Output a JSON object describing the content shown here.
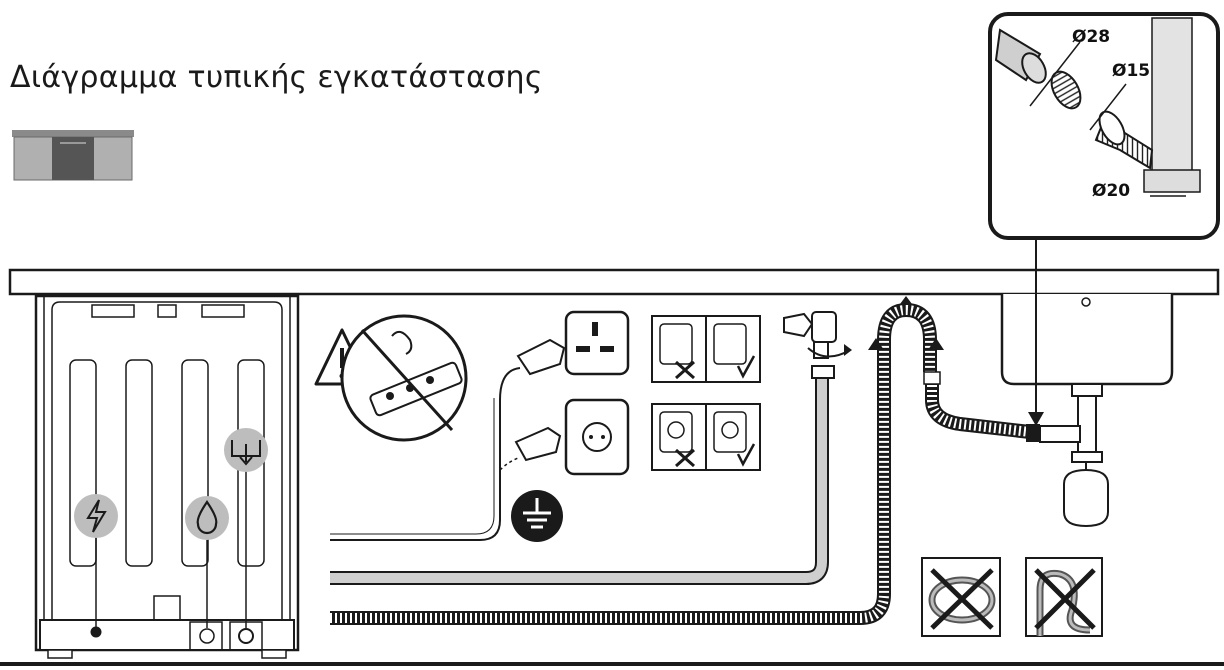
{
  "title": "Διάγραμμα τυπικής εγκατάστασης",
  "detail": {
    "dim_outer": "Ø28",
    "dim_inner": "Ø15",
    "dim_base": "Ø20"
  },
  "icons": {
    "electric": "lightning-icon",
    "water": "water-drop-icon",
    "drain": "drain-icon",
    "ground": "ground-icon",
    "warning": "warning-icon"
  },
  "colors": {
    "line": "#1a1a1a",
    "hose_fill": "#cccccc",
    "thumbnail_dark": "#555555",
    "icon_badge": "#bdbdbd"
  }
}
